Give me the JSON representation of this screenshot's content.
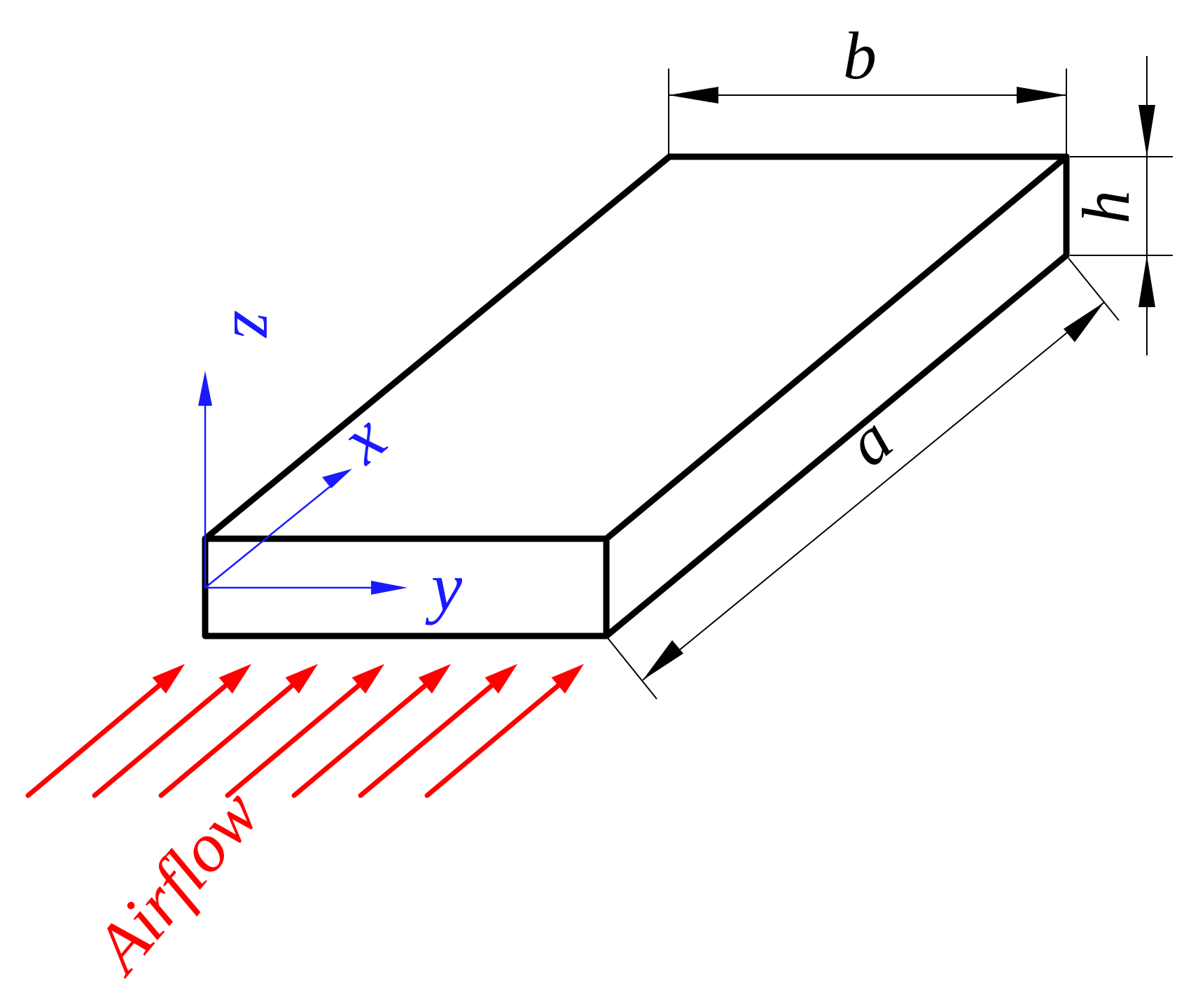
{
  "colors": {
    "outline": "#000000",
    "axes": "#1a1aff",
    "airflow": "#ff0000",
    "background": "#ffffff"
  },
  "dimensions": {
    "width_label": "b",
    "height_label": "h",
    "length_label": "a"
  },
  "axes": {
    "x_label": "x",
    "y_label": "y",
    "z_label": "z"
  },
  "airflow": {
    "label": "Airflow",
    "arrow_count": 7
  }
}
